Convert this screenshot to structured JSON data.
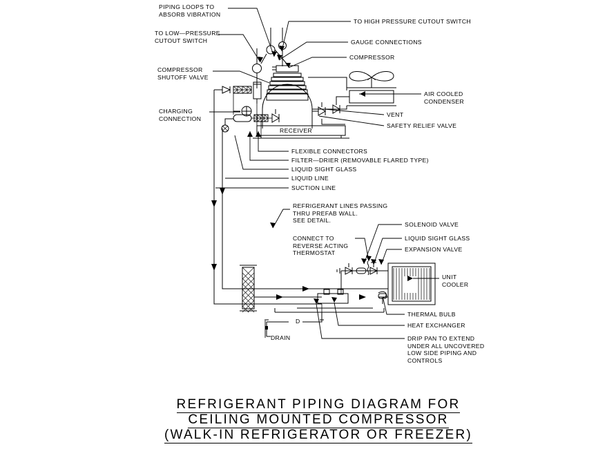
{
  "drawing": {
    "title_lines": [
      "REFRIGERANT PIPING DIAGRAM FOR",
      "CEILING MOUNTED COMPRESSOR",
      "(WALK-IN REFRIGERATOR OR FREEZER)"
    ],
    "ink_color": "#000000",
    "background_color": "#ffffff"
  },
  "equipment_text": {
    "receiver": "RECEIVER",
    "drain_marker": "D"
  },
  "labels": {
    "piping_loops": "PIPING LOOPS TO\nABSORB VIBRATION",
    "low_pressure": "TO LOW—PRESSURE\nCUTOUT SWITCH",
    "compressor_shutoff": "COMPRESSOR\nSHUTOFF VALVE",
    "charging_connection": "CHARGING\nCONNECTION",
    "high_pressure": "TO HIGH PRESSURE CUTOUT SWITCH",
    "gauge_connections": "GAUGE CONNECTIONS",
    "compressor": "COMPRESSOR",
    "air_cooled_condenser": "AIR COOLED\nCONDENSER",
    "vent": "VENT",
    "safety_relief_valve": "SAFETY RELIEF VALVE",
    "flexible_connectors": "FLEXIBLE CONNECTORS",
    "filter_drier": "FILTER—DRIER (REMOVABLE FLARED TYPE)",
    "liquid_sight_glass_top": "LIQUID SIGHT GLASS",
    "liquid_line": "LIQUID LINE",
    "suction_line": "SUCTION LINE",
    "refrigerant_lines_wall": "REFRIGERANT LINES PASSING\nTHRU PREFAB WALL.\nSEE DETAIL.",
    "connect_thermostat": "CONNECT TO\nREVERSE ACTING\nTHERMOSTAT",
    "solenoid_valve": "SOLENOID VALVE",
    "liquid_sight_glass_bottom": "LIQUID SIGHT GLASS",
    "expansion_valve": "EXPANSION VALVE",
    "unit_cooler": "UNIT\nCOOLER",
    "thermal_bulb": "THERMAL BULB",
    "heat_exchanger": "HEAT EXCHANGER",
    "drip_pan": "DRIP PAN TO EXTEND\nUNDER ALL UNCOVERED\nLOW SIDE PIPING AND\nCONTROLS",
    "drain": "DRAIN"
  }
}
